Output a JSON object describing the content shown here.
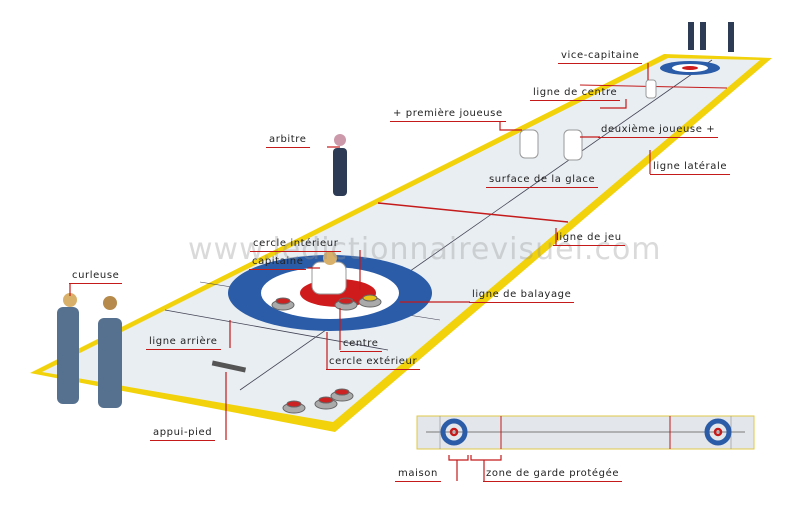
{
  "watermark": "www.ledictionnairevisuel.com",
  "labels": {
    "vice_capitaine": "vice-capitaine",
    "ligne_de_centre": "ligne de centre",
    "premiere_joueuse": "+ première joueuse",
    "deuxieme_joueuse": "deuxième joueuse +",
    "arbitre": "arbitre",
    "ligne_laterale": "ligne latérale",
    "surface_glace": "surface de la glace",
    "ligne_de_jeu": "ligne de jeu",
    "cercle_interieur": "cercle intérieur",
    "capitaine": "capitaine",
    "curleuse": "curleuse",
    "ligne_de_balayage": "ligne de balayage",
    "ligne_arriere": "ligne arrière",
    "centre": "centre",
    "cercle_exterieur": "cercle extérieur",
    "appui_pied": "appui-pied",
    "maison": "maison",
    "zone_garde": "zone de garde protégée"
  },
  "colors": {
    "ice": "#e9eef2",
    "border": "#f2d20a",
    "house_blue": "#2b5ca8",
    "house_red": "#cf1b1b",
    "leader": "#c41a1a"
  }
}
